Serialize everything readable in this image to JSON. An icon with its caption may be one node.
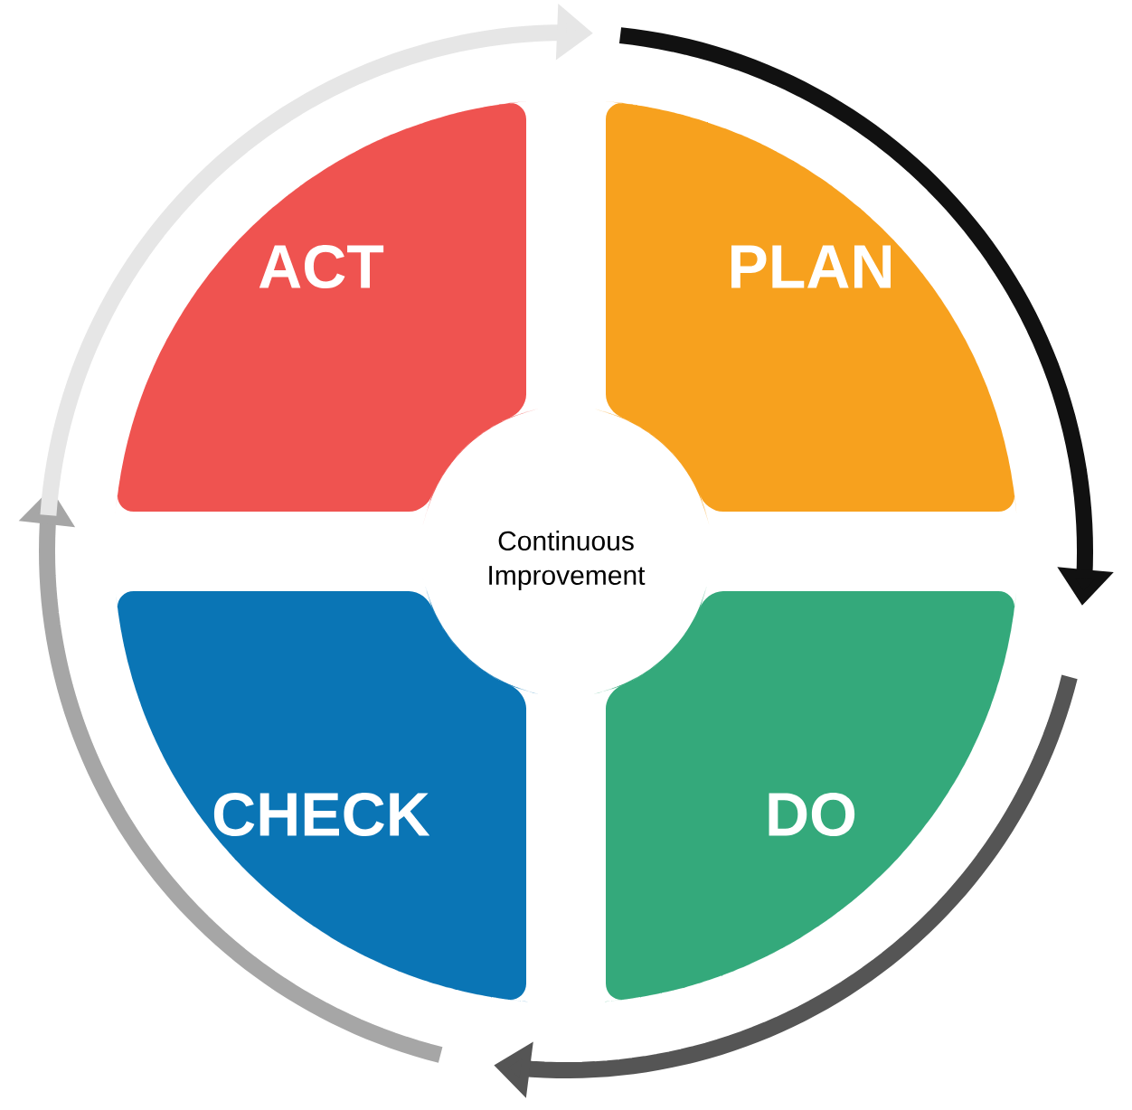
{
  "diagram": {
    "nodes": [
      {
        "text": [
          "ACT"
        ]
      },
      {
        "text": [
          "PLAN"
        ]
      },
      {
        "text": [
          "Continuous Improvement"
        ]
      },
      {
        "text": [
          "CHECK"
        ]
      },
      {
        "text": [
          "DO"
        ]
      }
    ]
  }
}
